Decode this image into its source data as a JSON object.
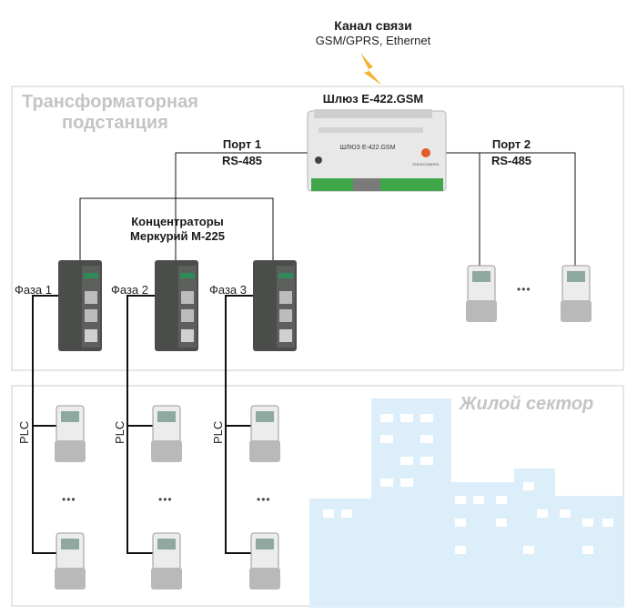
{
  "channel": {
    "title": "Канал связи",
    "subtitle": "GSM/GPRS, Ethernet"
  },
  "gateway": {
    "title": "Шлюз Е-422.GSM",
    "device_label": "ШЛЮЗ Е-422.GSM",
    "device_tag": "ENERGOMERA"
  },
  "substation": {
    "label_line1": "Трансформаторная",
    "label_line2": "подстанция"
  },
  "residential": {
    "label": "Жилой сектор"
  },
  "port1": {
    "name": "Порт 1",
    "iface": "RS-485"
  },
  "port2": {
    "name": "Порт 2",
    "iface": "RS-485"
  },
  "concentrators": {
    "line1": "Концентраторы",
    "line2": "Меркурий М-225"
  },
  "phases": [
    "Фаза 1",
    "Фаза 2",
    "Фаза 3"
  ],
  "plc_label": "PLC",
  "ellipsis": "•••",
  "colors": {
    "frame": "#cccccc",
    "wire": "#111111",
    "city": "#dbeefa",
    "device_dark": "#4a4d4a",
    "device_light": "#e6e6e6"
  }
}
